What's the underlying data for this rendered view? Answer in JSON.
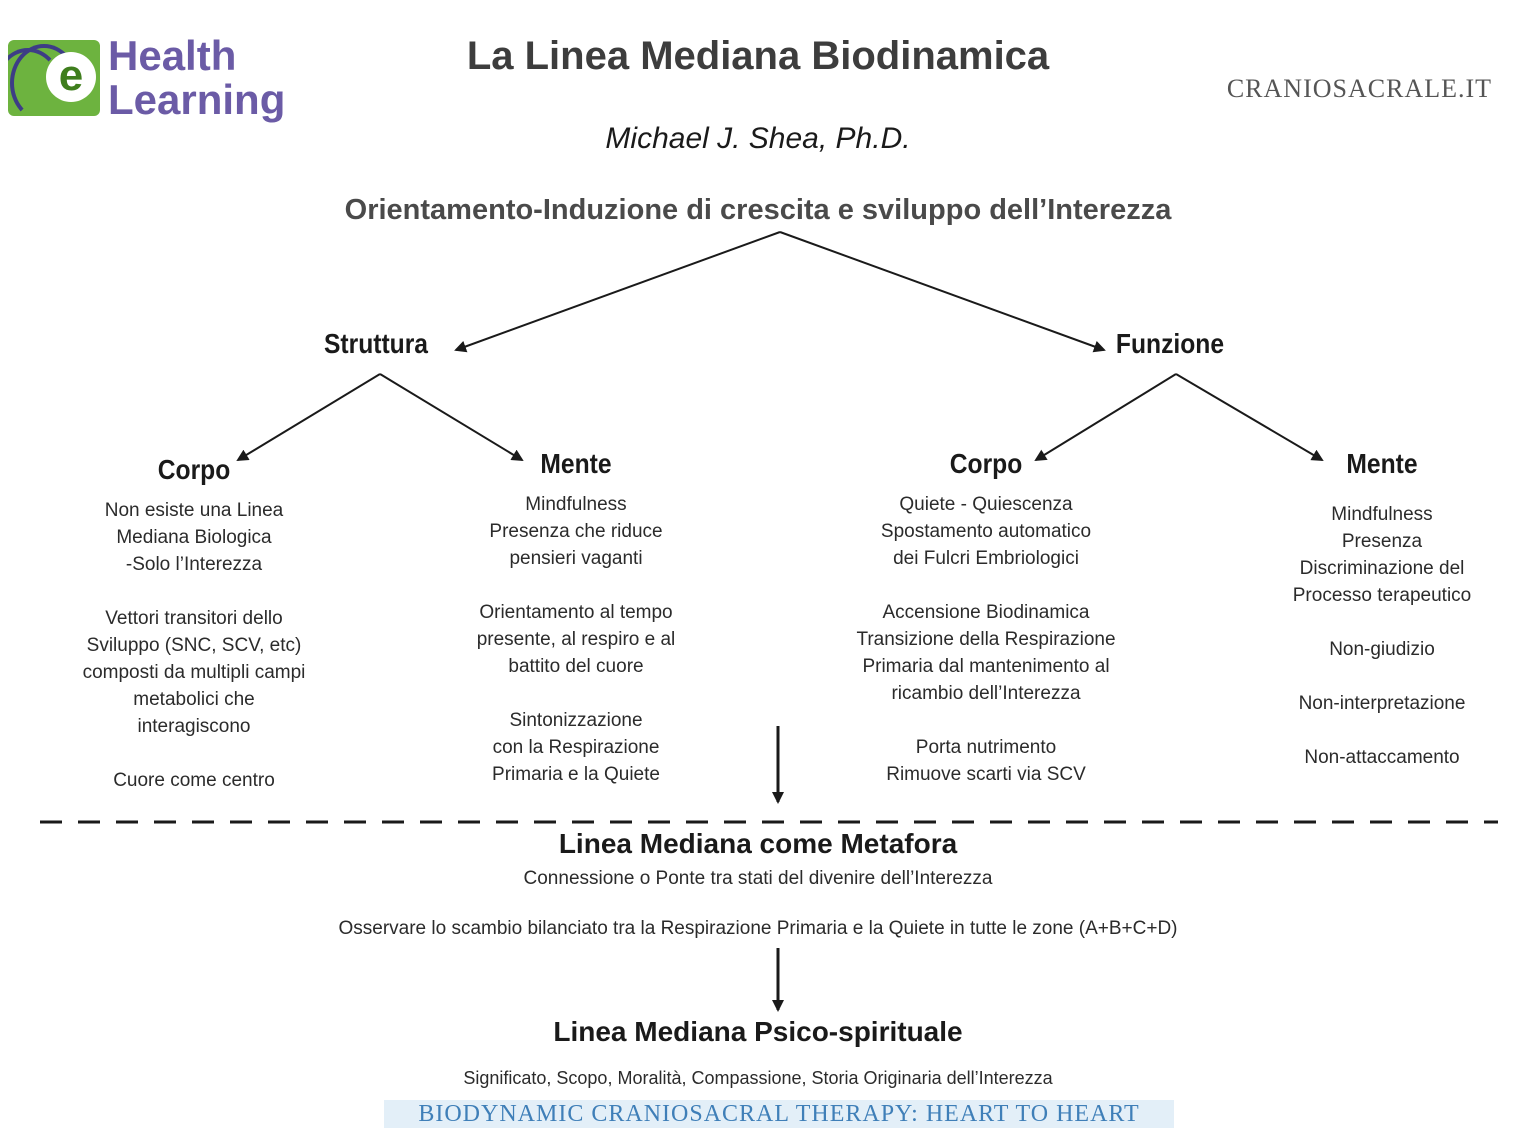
{
  "logo": {
    "line1": "Health",
    "line2": "Learning",
    "letter": "e"
  },
  "watermark": "CRANIOSACRALE.IT",
  "title": "La Linea Mediana Biodinamica",
  "author": "Michael  J. Shea, Ph.D.",
  "root": "Orientamento-Induzione di crescita e sviluppo dell’Interezza",
  "branches": {
    "left": "Struttura",
    "right": "Funzione"
  },
  "struttura": {
    "corpo": {
      "heading": "Corpo",
      "text": "Non esiste una Linea\nMediana Biologica\n-Solo l’Interezza\n\nVettori transitori dello\nSviluppo (SNC, SCV, etc)\ncomposti da multipli campi\nmetabolici che\ninteragiscono\n\nCuore come centro"
    },
    "mente": {
      "heading": "Mente",
      "text": "Mindfulness\nPresenza che riduce\npensieri vaganti\n\nOrientamento al tempo\npresente, al respiro e al\nbattito del cuore\n\nSintonizzazione\ncon la Respirazione\nPrimaria e la Quiete"
    }
  },
  "funzione": {
    "corpo": {
      "heading": "Corpo",
      "text": "Quiete - Quiescenza\nSpostamento automatico\ndei Fulcri Embriologici\n\nAccensione Biodinamica\nTransizione della Respirazione\nPrimaria  dal mantenimento al\nricambio dell’Interezza\n\nPorta nutrimento\nRimuove scarti via SCV"
    },
    "mente": {
      "heading": "Mente",
      "text": "Mindfulness\nPresenza\nDiscriminazione del\nProcesso terapeutico\n\nNon-giudizio\n\nNon-interpretazione\n\nNon-attaccamento"
    }
  },
  "metafora": {
    "heading": "Linea Mediana come Metafora",
    "subtitle": "Connessione o Ponte tra stati del divenire dell’Interezza",
    "observe": "Osservare lo scambio bilanciato tra la Respirazione Primaria e la Quiete in tutte le zone (A+B+C+D)"
  },
  "psico": {
    "heading": "Linea Mediana Psico-spirituale",
    "subtitle": "Significato, Scopo, Moralità, Compassione, Storia Originaria dell’Interezza"
  },
  "footer": "BIODYNAMIC CRANIOSACRAL THERAPY: HEART TO HEART",
  "colors": {
    "logo_green": "#6db33f",
    "logo_purple": "#6b5ba6",
    "footer_bg": "#e3eff8",
    "footer_text": "#3f7fb8"
  }
}
